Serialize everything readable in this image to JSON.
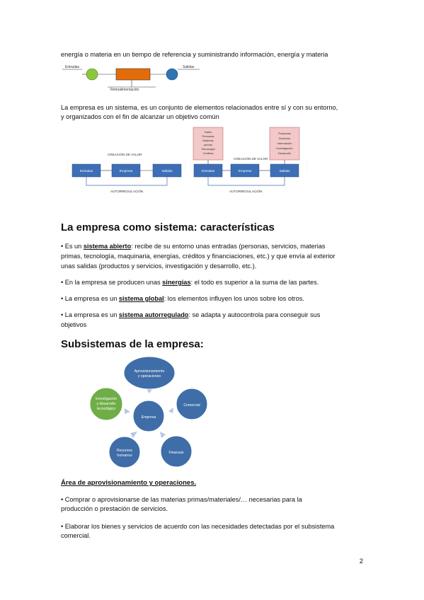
{
  "top_line": "energía o materia en un tiempo de referencia y suministrando información, energía y materia",
  "para1": {
    "line1": "La empresa es un sistema, es un conjunto de elementos relacionados entre sí y con su entorno,",
    "line2": "y organizados con el fin de alcanzar un objetivo común"
  },
  "heading1": "La empresa como sistema: características",
  "bullets": {
    "b1": {
      "bullet": "• Es un ",
      "term": "sistema abierto",
      "rest1": ": recibe de su entorno unas entradas (personas, servicios, materias",
      "line2": "primas, tecnología, maquinaria, energías, créditos y financiaciones, etc.) y que envía al exterior",
      "line3": "unas salidas (productos y servicios, investigación y desarrollo, etc.)."
    },
    "b2": {
      "bullet": "• En la empresa se producen unas ",
      "term": "sinergias",
      "rest": ": el todo es superior a la suma de las partes."
    },
    "b3": {
      "bullet": "• La empresa es un ",
      "term": "sistema global",
      "rest": ": los elementos influyen los unos sobre los otros."
    },
    "b4": {
      "bullet": "• La empresa es un ",
      "term": "sistema autorregulado",
      "rest1": ": se adapta y autocontrola para conseguir sus",
      "line2": "objetivos"
    }
  },
  "heading2": "Subsistemas de la empresa:",
  "flow_small": {
    "label_left": "Entradas",
    "label_right": "Salidas",
    "label_bottom": "Retroalimentación"
  },
  "flow1": {
    "top_label": "CREACIÓN DE VALOR",
    "boxes": [
      "Entradas",
      "Empresa",
      "Salidas"
    ],
    "bottom_label": "AUTORREGULACIÓN"
  },
  "flow2": {
    "top_label": "CREACIÓN DE VALOR",
    "pink_left": [
      "Datos",
      "Personas",
      "Materias",
      "primas",
      "Tecnología",
      "Créditos"
    ],
    "pink_right": [
      "Productos",
      "Servicios",
      "Información",
      "Investigación",
      "Desarrollo"
    ],
    "boxes": [
      "Entradas",
      "Empresa",
      "Salidas"
    ],
    "bottom_label": "AUTORREGULACIÓN"
  },
  "cycle": {
    "center": "Empresa",
    "top": [
      "Aprovisionamiento",
      "y operaciones"
    ],
    "right": "Comercial",
    "bottom_right": "Finanzas",
    "bottom_left": [
      "Recursos",
      "humanos"
    ],
    "left": [
      "Investigación",
      "y desarrollo",
      "tecnológico"
    ]
  },
  "heading3": "Área de aprovisionamiento y operaciones.",
  "op_bullets": {
    "o1_line1": " • Comprar o aprovisionarse de las materias primas/materiales/… necesarias para la",
    "o1_line2": "producción o prestación de servicios.",
    "o2_line1": "• Elaborar los bienes y servicios de acuerdo con las necesidades detectadas por el subsistema",
    "o2_line2": "comercial."
  },
  "page_number": "2",
  "colors": {
    "blue_box": "#3d6fb6",
    "orange_box": "#e36c0a",
    "green_circle": "#8cc63f",
    "pink_box": "#f2c8c8",
    "cycle_blue": "#3f6da7",
    "cycle_green": "#70ad47",
    "arrow_light": "#b4c7e7"
  }
}
